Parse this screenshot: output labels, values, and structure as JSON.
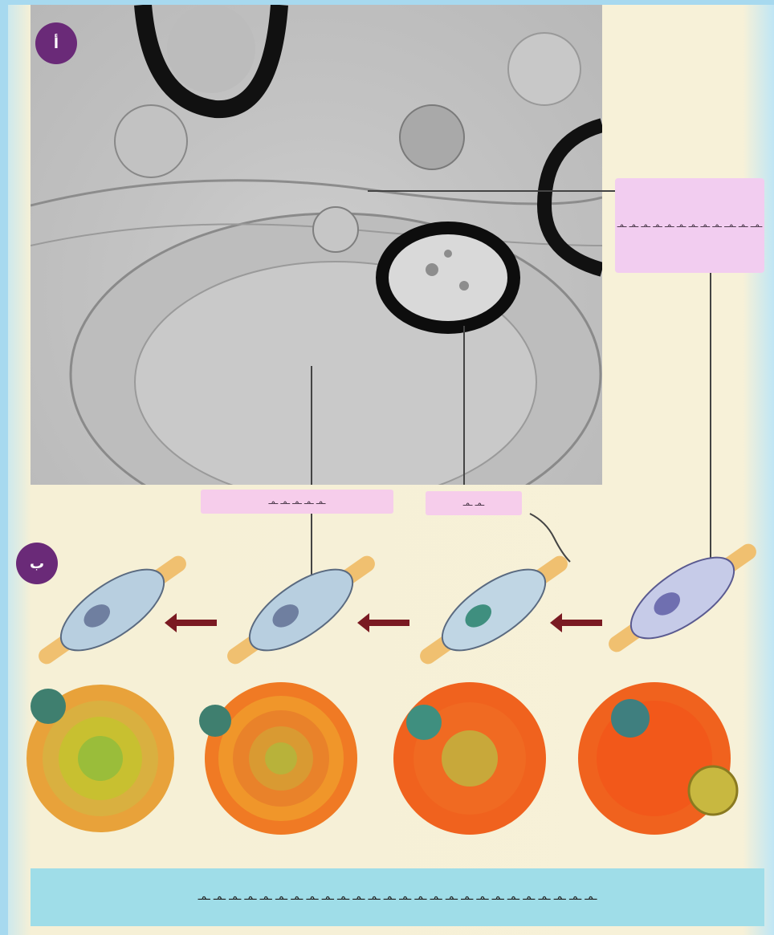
{
  "figure": {
    "badge_top": "أ",
    "badge_bottom": "ب",
    "side_label": "ـمــ ـمـ ـمــ ـمـ ـمـ ـمـ ـمـ ـمـ ـمـ ـمـ ـمـ ـمـ",
    "label_left": "ـمـ ـمـ ـمـ ـمـ ـمـ",
    "label_right": "ـمـ ـمـ",
    "caption": "ـمـ ـمـ ـمـ ـمـ ـمـ ـمـ ـمـ ـمـ ـمـ ـمـ ـمـ ـمـ ـمـ ـمـ ـمـ ـمـ ـمـ ـمـ ـمـ ـمـ ـمـ ـمـ ـمـ ـمـ ـمـ ـمـ"
  },
  "colors": {
    "background": "#f7f1d8",
    "frame": "#a7d9ef",
    "badge": "#6a2a78",
    "label_pink": "#f2cdf0",
    "caption_bg": "#9fdde8",
    "myelin_orange": "#f0621e",
    "axon_yellow": "#c8c030",
    "arrow_maroon": "#7a1a22"
  }
}
